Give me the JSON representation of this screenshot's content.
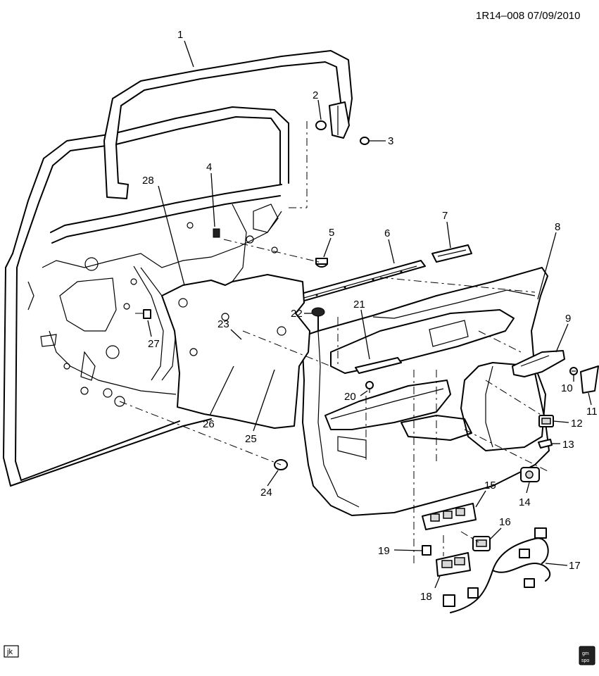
{
  "header": {
    "reference": "1R14–008  07/09/2010"
  },
  "footer": {
    "drafter_initials": "jk",
    "logo": {
      "line1": "gm",
      "line2": "spo"
    }
  },
  "callouts": [
    "1",
    "2",
    "3",
    "4",
    "5",
    "6",
    "7",
    "8",
    "9",
    "10",
    "11",
    "12",
    "13",
    "14",
    "15",
    "16",
    "17",
    "18",
    "19",
    "20",
    "21",
    "22",
    "23",
    "24",
    "25",
    "26",
    "27",
    "28"
  ]
}
